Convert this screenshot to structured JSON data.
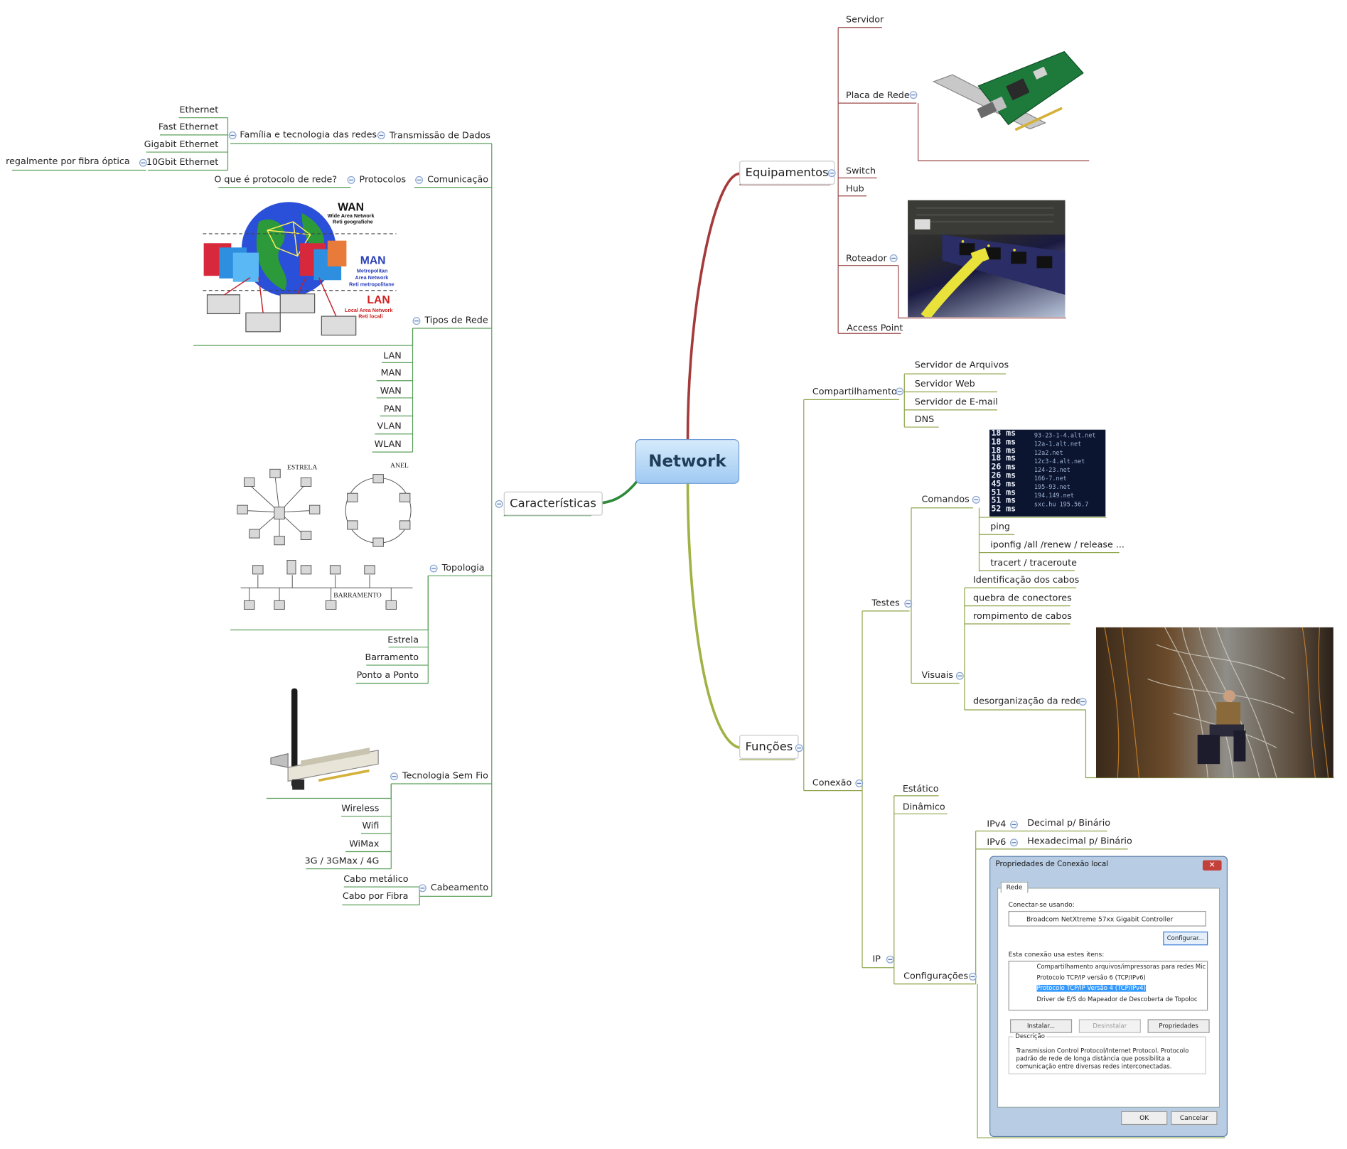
{
  "central": "Network",
  "equipamentos": {
    "label": "Equipamentos",
    "items": [
      "Servidor",
      "Placa de Rede",
      "Switch",
      "Hub",
      "Roteador",
      "Access Point"
    ]
  },
  "funcoes": {
    "label": "Funções",
    "compartilhamento": {
      "label": "Compartilhamento",
      "items": [
        "Servidor de Arquivos",
        "Servidor Web",
        "Servidor de E-mail",
        "DNS"
      ]
    },
    "conexao": {
      "label": "Conexão",
      "testes": {
        "label": "Testes",
        "comandos": {
          "label": "Comandos",
          "items": [
            "ping",
            "iponfig /all /renew / release ...",
            "tracert / traceroute"
          ]
        },
        "visuais": {
          "label": "Visuais",
          "items": [
            "Identificação dos cabos",
            "quebra de conectores",
            "rompimento de cabos",
            "desorganização da rede"
          ]
        }
      },
      "ip": {
        "label": "IP",
        "items": [
          "Estático",
          "Dinâmico"
        ],
        "ipv4": "IPv4",
        "ipv4_child": "Decimal p/ Binário",
        "ipv6": "IPv6",
        "ipv6_child": "Hexadecimal p/ Binário",
        "configuracoes": "Configurações"
      }
    }
  },
  "caracteristicas": {
    "label": "Características",
    "transmissao": "Transmissão de Dados",
    "familia": "Família e tecnologia das redes",
    "familia_items": [
      "Ethernet",
      "Fast Ethernet",
      "Gigabit Ethernet",
      "10Gbit Ethernet"
    ],
    "fibra_note": "regalmente por fibra óptica",
    "comunicacao": "Comunicação",
    "protocolos": "Protocolos",
    "protocolo_q": "O que é protocolo de rede?",
    "tipos": "Tipos de Rede",
    "tipos_items": [
      "LAN",
      "MAN",
      "WAN",
      "PAN",
      "VLAN",
      "WLAN"
    ],
    "topologia": "Topologia",
    "topologia_items": [
      "Estrela",
      "Barramento",
      "Ponto a Ponto"
    ],
    "sem_fio": "Tecnologia Sem Fio",
    "sem_fio_items": [
      "Wireless",
      "Wifi",
      "WiMax",
      "3G / 3GMax / 4G"
    ],
    "cabeamento": "Cabeamento",
    "cabeamento_items": [
      "Cabo metálico",
      "Cabo por Fibra"
    ]
  },
  "images": {
    "network_types": {
      "wan": "WAN",
      "wan_sub1": "Wide Area Network",
      "wan_sub2": "Reti geografiche",
      "man": "MAN",
      "man_sub1": "Metropolitan",
      "man_sub2": "Area Network",
      "man_sub3": "Reti metropolitane",
      "lan": "LAN",
      "lan_sub1": "Local Area Network",
      "lan_sub2": "Reti locali"
    },
    "topologies": {
      "estrela": "ESTRELA",
      "anel": "ANEL",
      "barramento": "BARRAMENTO"
    },
    "traceroute_lines": [
      "18 ms",
      "18 ms",
      "18 ms",
      "18 ms",
      "26 ms",
      "26 ms",
      "45 ms",
      "51 ms",
      "51 ms",
      "52 ms"
    ],
    "traceroute_hosts": [
      "93-23-1-4.alt.net",
      "12a-1.alt.net",
      "12a2.net",
      "12c3-4.alt.net",
      "124-23.net",
      "166-7.net",
      "195-93.net",
      "194.149.net",
      "sxc.hu 195.56.7"
    ],
    "dialog": {
      "title": "Propriedades de Conexão local",
      "tab": "Rede",
      "connect_using": "Conectar-se usando:",
      "adapter": "Broadcom NetXtreme 57xx Gigabit Controller",
      "configure": "Configurar...",
      "uses_items": "Esta conexão usa estes itens:",
      "items": [
        "Compartilhamento arquivos/impressoras para redes Mic",
        "Protocolo TCP/IP versão 6 (TCP/IPv6)",
        "Protocolo TCP/IP Versão 4 (TCP/IPv4)",
        "Driver de E/S do Mapeador de Descoberta de Topoloc"
      ],
      "install": "Instalar...",
      "uninstall": "Desinstalar",
      "properties": "Propriedades",
      "description_label": "Descrição",
      "description": "Transmission Control Protocol/Internet Protocol. Protocolo padrão de rede de longa distância que possibilita a comunicação entre diversas redes interconectadas.",
      "ok": "OK",
      "cancel": "Cancelar"
    }
  },
  "colors": {
    "equipamentos_branch": "#a23a3a",
    "funcoes_branch": "#8fa83a",
    "caracteristicas_branch": "#3a8a3a",
    "leaf_line_right": "#8b6a6a",
    "leaf_line_left": "#5f9f5f",
    "central_fill": "#a9d1f5"
  }
}
